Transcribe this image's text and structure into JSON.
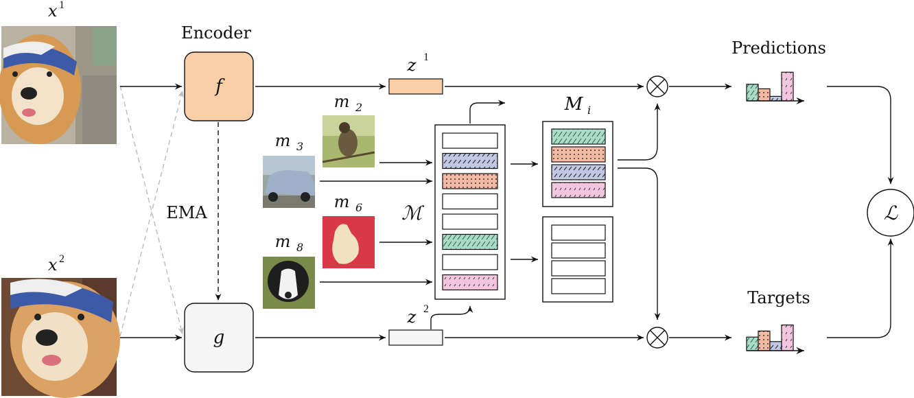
{
  "labels": {
    "encoder": "Encoder",
    "ema": "EMA",
    "predictions": "Predictions",
    "targets": "Targets",
    "x1": "x",
    "x1_sup": "1",
    "x2": "x",
    "x2_sup": "2",
    "f": "f",
    "g": "g",
    "z1": "z",
    "z1_sup": "1",
    "z2": "z",
    "z2_sup": "2",
    "memory": "ℳ",
    "mi": "M",
    "mi_sub": "i",
    "loss": "ℒ",
    "m2": "m",
    "m2_sub": "2",
    "m3": "m",
    "m3_sub": "3",
    "m6": "m",
    "m6_sub": "6",
    "m8": "m",
    "m8_sub": "8",
    "otimes": "⊗"
  },
  "colors": {
    "encoder_fill": "#f9cfa8",
    "target_fill": "#f5f5f5",
    "green": "#a9dcc8",
    "salmon": "#f4b9a2",
    "blue": "#c2c8e4",
    "pink": "#f3c5de"
  },
  "memory_slots": [
    "empty",
    "blue",
    "salmon",
    "empty",
    "empty",
    "green",
    "empty",
    "pink"
  ],
  "mi_slots": [
    "green",
    "salmon",
    "blue",
    "pink"
  ],
  "empty_slots": [
    "empty",
    "empty",
    "empty",
    "empty"
  ],
  "prediction_bars": [
    {
      "color": "green",
      "value": 0.55
    },
    {
      "color": "salmon",
      "value": 0.4
    },
    {
      "color": "blue",
      "value": 0.15
    },
    {
      "color": "pink",
      "value": 0.95
    }
  ],
  "target_bars": [
    {
      "color": "green",
      "value": 0.45
    },
    {
      "color": "salmon",
      "value": 0.65
    },
    {
      "color": "blue",
      "value": 0.3
    },
    {
      "color": "pink",
      "value": 0.85
    }
  ]
}
